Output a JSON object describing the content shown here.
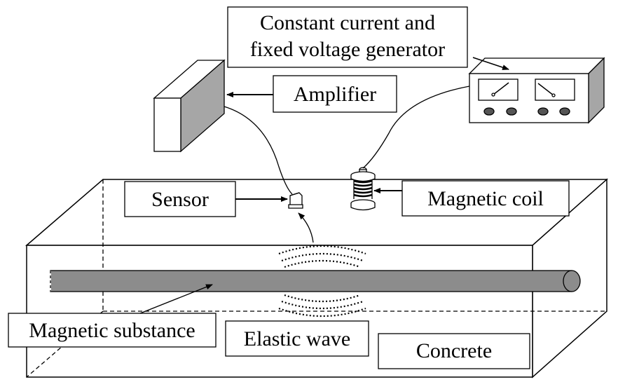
{
  "labels": {
    "generator_line1": "Constant current and",
    "generator_line2": "fixed voltage generator",
    "amplifier": "Amplifier",
    "sensor": "Sensor",
    "magnetic_coil": "Magnetic coil",
    "magnetic_substance": "Magnetic substance",
    "elastic_wave": "Elastic wave",
    "concrete": "Concrete"
  },
  "colors": {
    "line": "#000000",
    "box_fill": "#ffffff",
    "rebar_fill": "#8c8c8c",
    "amplifier_side": "#a6a6a6",
    "generator_side": "#a6a6a6",
    "knob": "#555555"
  }
}
